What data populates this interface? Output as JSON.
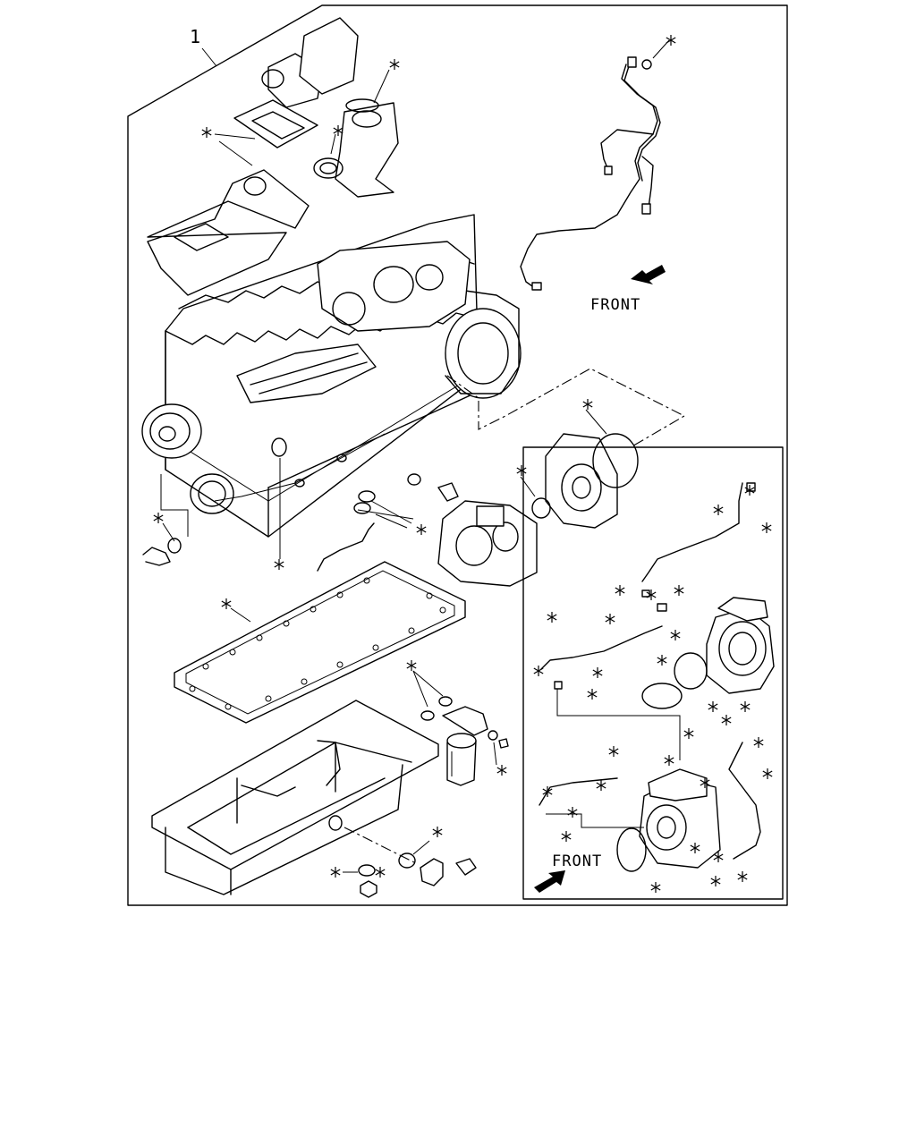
{
  "diagram": {
    "item_number": "1",
    "front_label_main": "FRONT",
    "front_label_inset": "FRONT",
    "kit_marker_symbol": "✳",
    "kit_marker_count": 46
  },
  "colors": {
    "line": "#000000",
    "background": "#ffffff"
  }
}
